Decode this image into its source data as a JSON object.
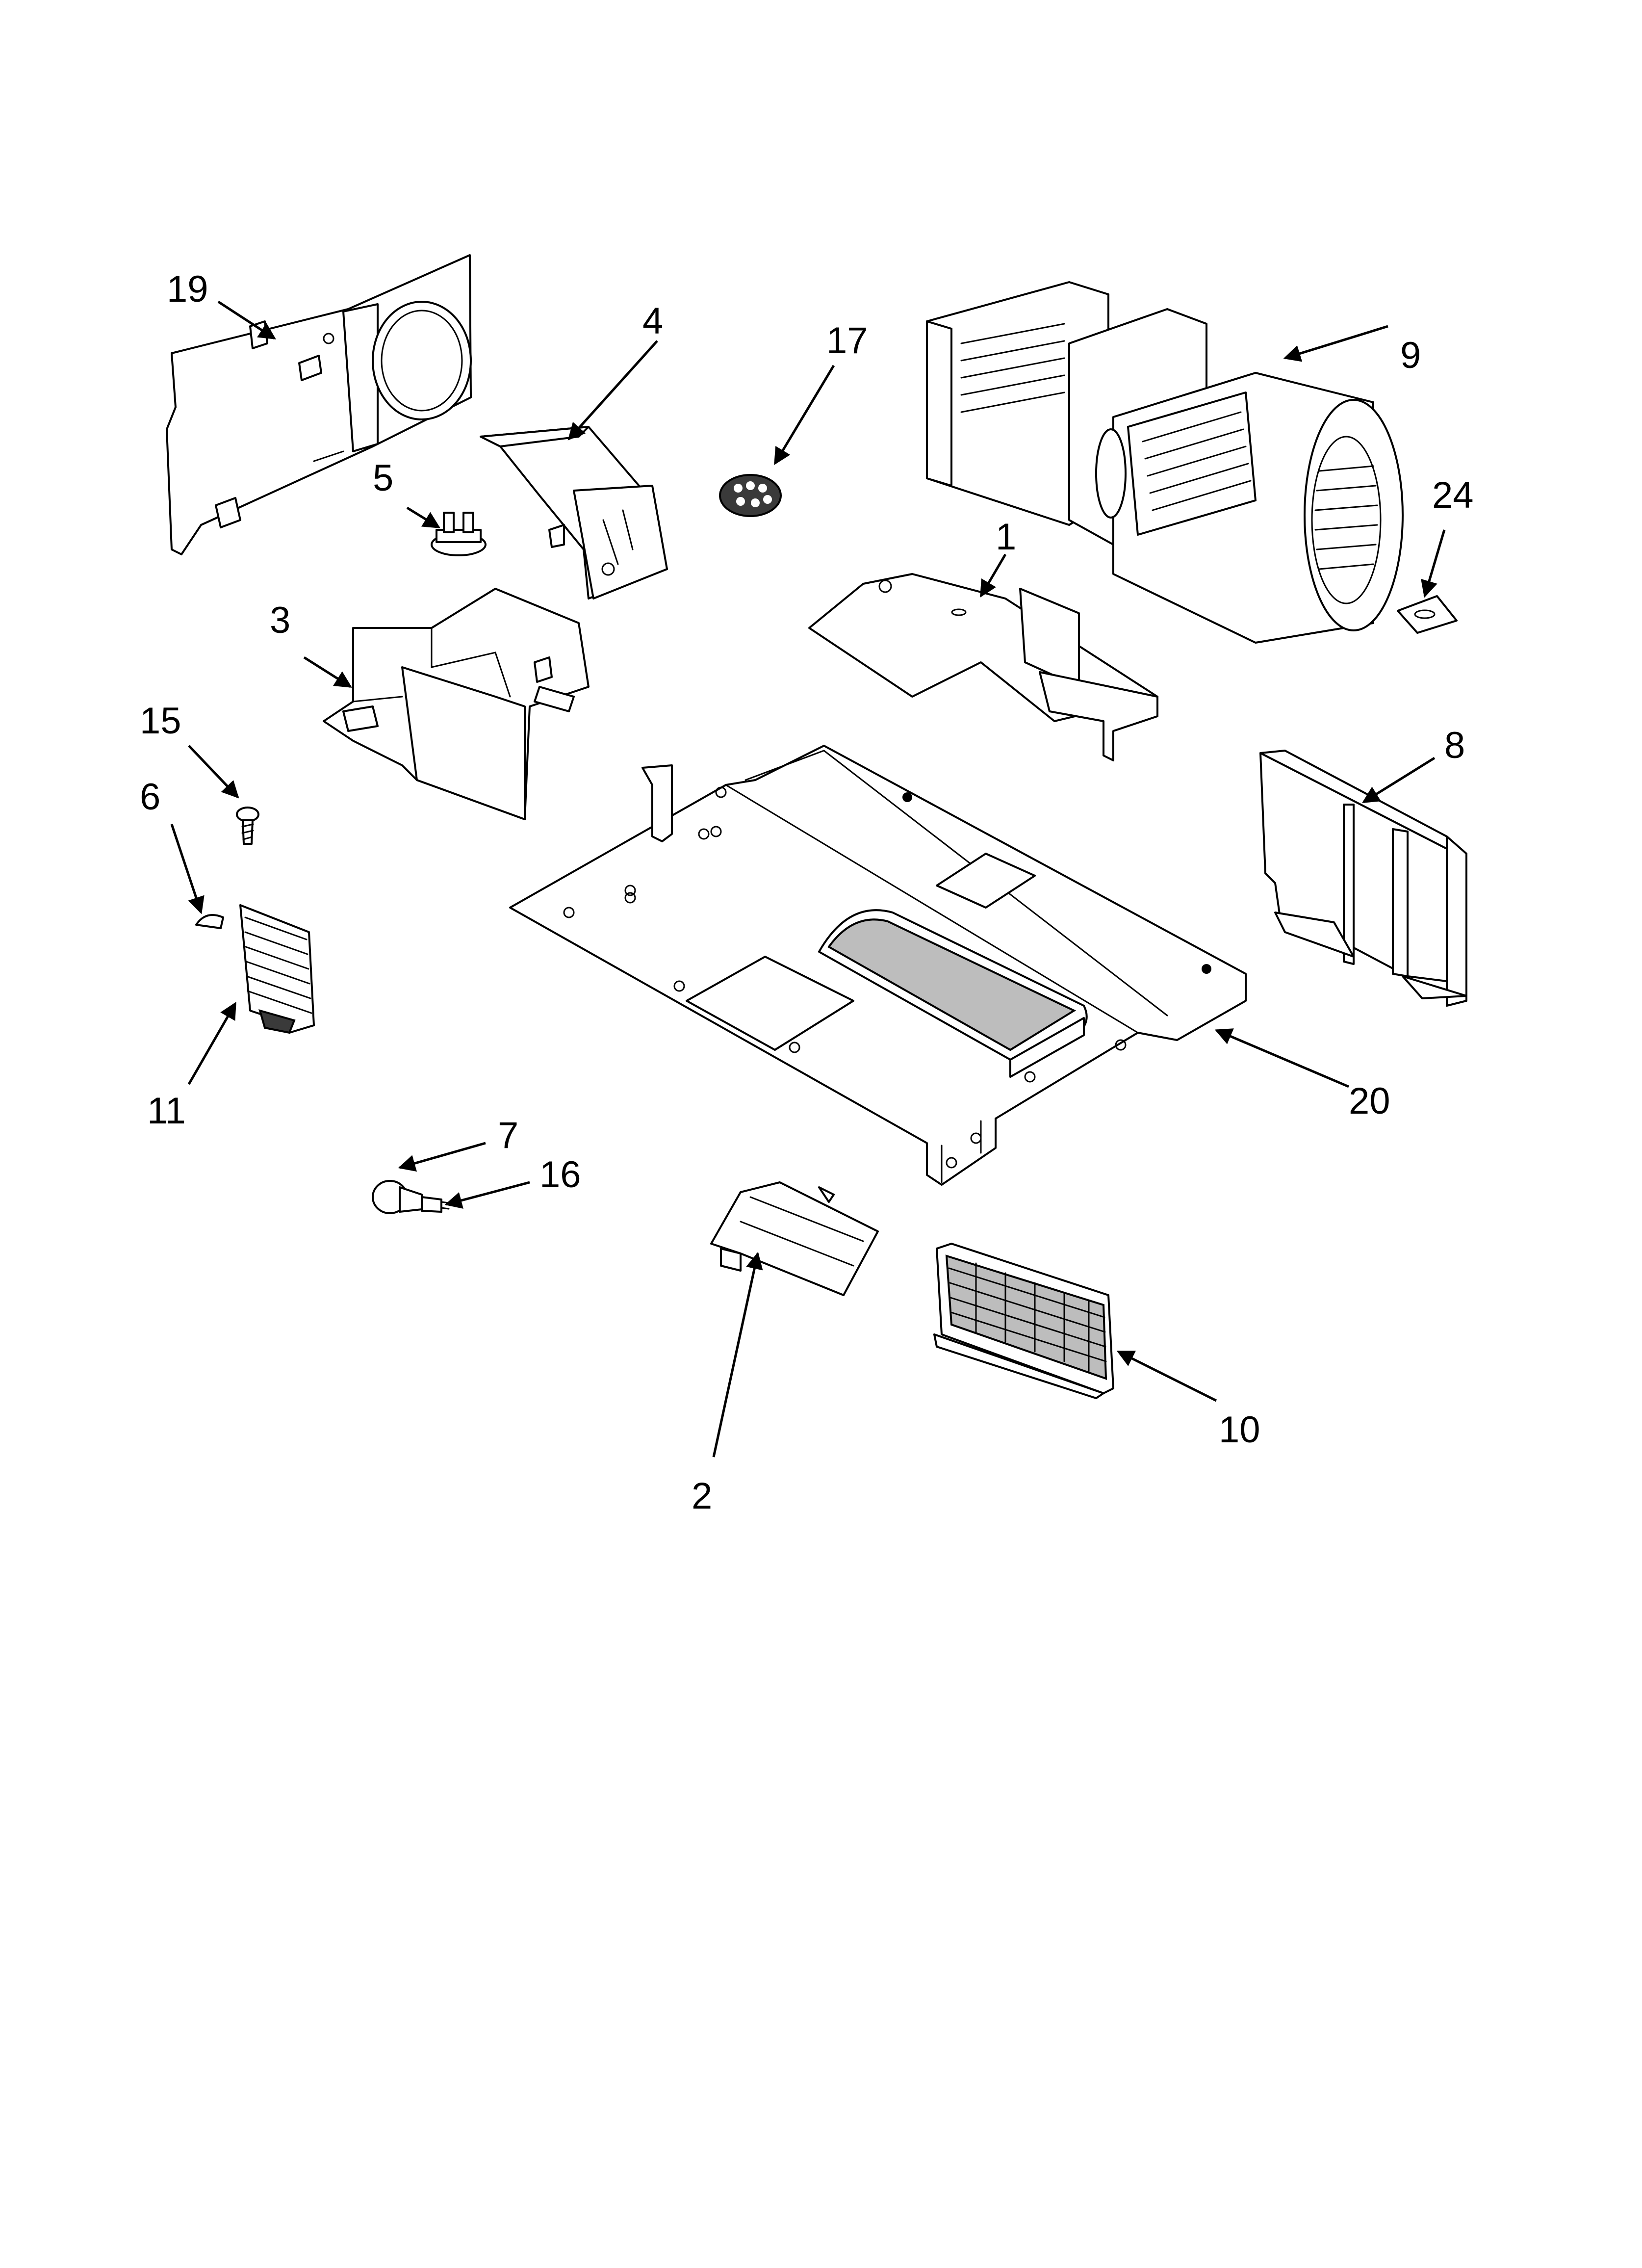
{
  "callouts": [
    {
      "id": "1",
      "label": "1"
    },
    {
      "id": "2",
      "label": "2"
    },
    {
      "id": "3",
      "label": "3"
    },
    {
      "id": "4",
      "label": "4"
    },
    {
      "id": "5",
      "label": "5"
    },
    {
      "id": "6",
      "label": "6"
    },
    {
      "id": "7",
      "label": "7"
    },
    {
      "id": "8",
      "label": "8"
    },
    {
      "id": "9",
      "label": "9"
    },
    {
      "id": "10",
      "label": "10"
    },
    {
      "id": "11",
      "label": "11"
    },
    {
      "id": "15",
      "label": "15"
    },
    {
      "id": "16",
      "label": "16"
    },
    {
      "id": "17",
      "label": "17"
    },
    {
      "id": "19",
      "label": "19"
    },
    {
      "id": "20",
      "label": "20"
    },
    {
      "id": "24",
      "label": "24"
    }
  ]
}
